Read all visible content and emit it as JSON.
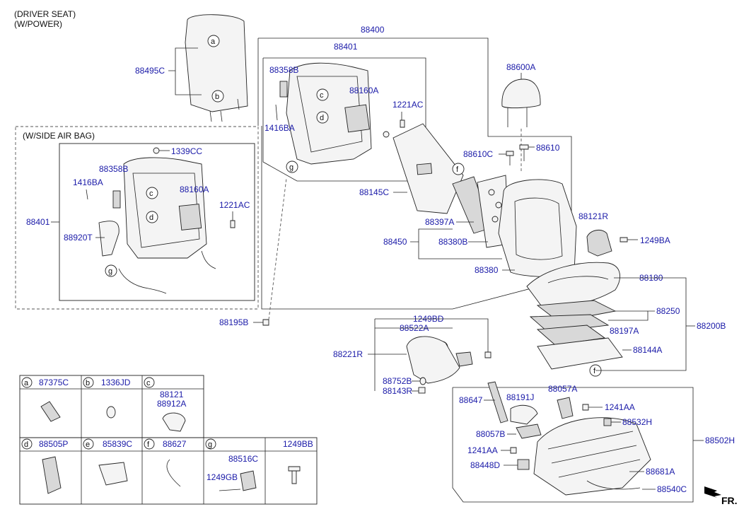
{
  "header": {
    "line1": "(DRIVER SEAT)",
    "line2": "(W/POWER)"
  },
  "side_airbag_label": "(W/SIDE AIR BAG)",
  "direction_label": "FR.",
  "part_labels": {
    "p88400": "88400",
    "p88401_top": "88401",
    "p88358B_top": "88358B",
    "p88160A_top": "88160A",
    "p1221AC_top": "1221AC",
    "p1416BA_top": "1416BA",
    "p88495C": "88495C",
    "p88600A": "88600A",
    "p88610C": "88610C",
    "p88610": "88610",
    "p88145C": "88145C",
    "p88121R": "88121R",
    "p1249BA": "1249BA",
    "p88397A": "88397A",
    "p88450": "88450",
    "p88380B": "88380B",
    "p88380": "88380",
    "p1339CC": "1339CC",
    "p88358B_sab": "88358B",
    "p1416BA_sab": "1416BA",
    "p88160A_sab": "88160A",
    "p1221AC_sab": "1221AC",
    "p88401_sab": "88401",
    "p88920T": "88920T",
    "p88195B": "88195B",
    "p1249BD": "1249BD",
    "p88522A": "88522A",
    "p88221R": "88221R",
    "p88752B": "88752B",
    "p88143R": "88143R",
    "p88180": "88180",
    "p88250": "88250",
    "p88197A": "88197A",
    "p88200B": "88200B",
    "p88144A": "88144A",
    "p88647": "88647",
    "p88191J": "88191J",
    "p88057A": "88057A",
    "p1241AA_right": "1241AA",
    "p88532H": "88532H",
    "p88057B": "88057B",
    "p1241AA_left": "1241AA",
    "p88502H": "88502H",
    "p88448D": "88448D",
    "p88681A": "88681A",
    "p88540C": "88540C"
  },
  "callouts": {
    "a": "a",
    "b": "b",
    "c": "c",
    "d": "d",
    "e": "e",
    "f": "f",
    "g": "g"
  },
  "legend": {
    "cells": [
      {
        "letter": "a",
        "part": "87375C"
      },
      {
        "letter": "b",
        "part": "1336JD"
      },
      {
        "letter": "c",
        "part": "88121",
        "part2": "88912A"
      },
      {
        "letter": "d",
        "part": "88505P"
      },
      {
        "letter": "e",
        "part": "85839C"
      },
      {
        "letter": "f",
        "part": "88627"
      },
      {
        "letter": "g",
        "part": "88516C",
        "part2": "1249GB"
      },
      {
        "letter": "",
        "part": "1249BB"
      }
    ]
  },
  "colors": {
    "part_number": "#1a1aa8",
    "lines": "#222222"
  }
}
